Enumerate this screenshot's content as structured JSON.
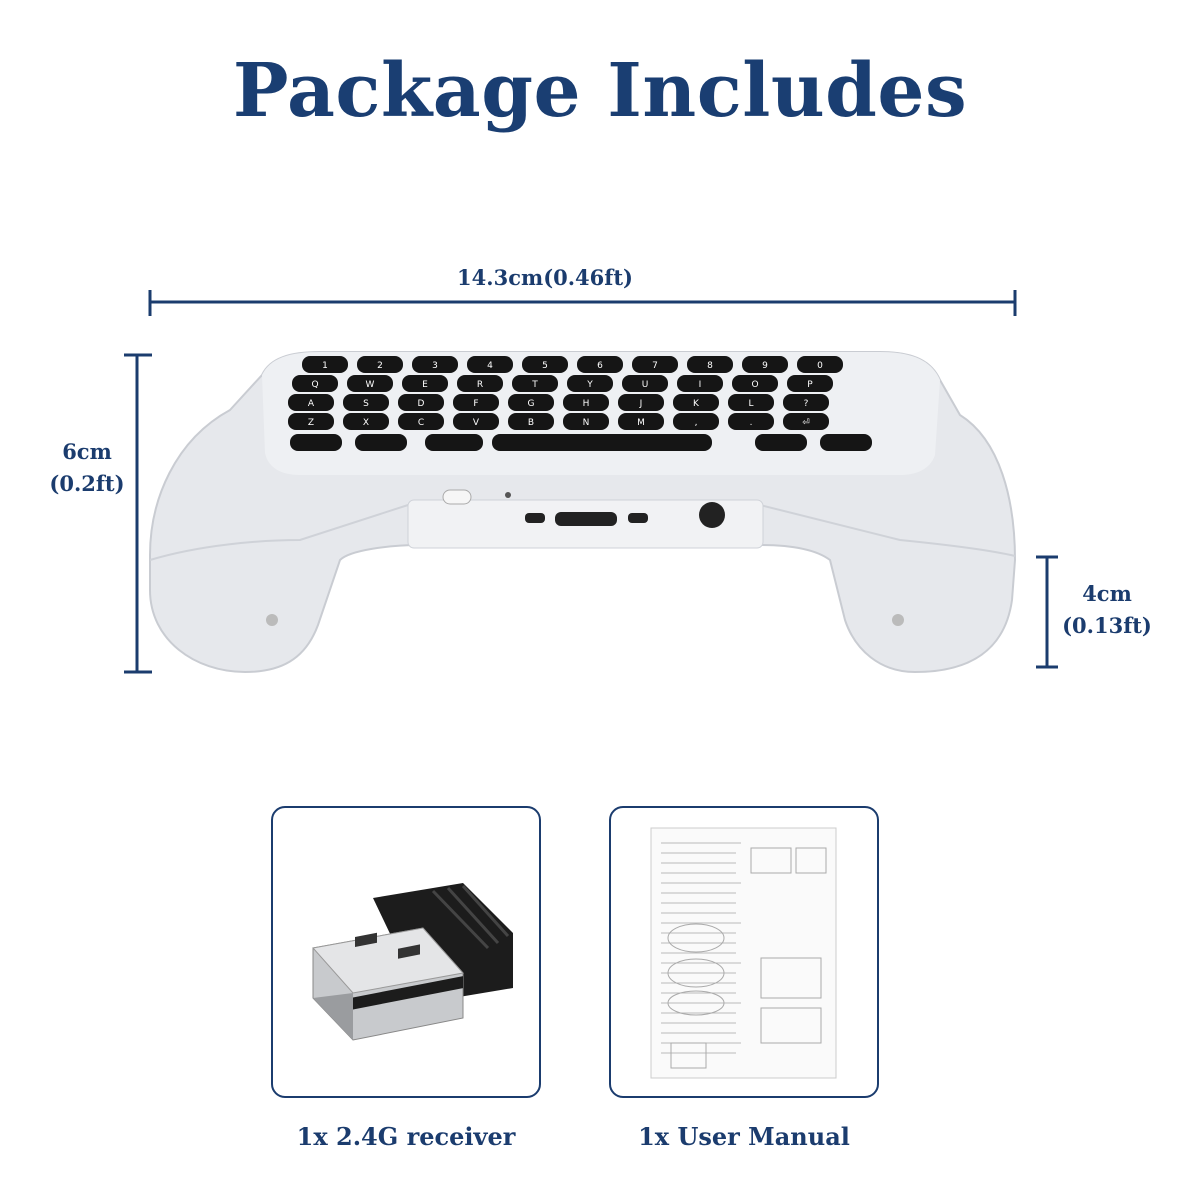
{
  "title": "Package Includes",
  "dimensions": {
    "width": "14.3cm(0.46ft)",
    "height_cm": "6cm",
    "height_ft": "(0.2ft)",
    "grip_cm": "4cm",
    "grip_ft": "(0.13ft)"
  },
  "keyboard_rows": [
    [
      "1",
      "2",
      "3",
      "4",
      "5",
      "6",
      "7",
      "8",
      "9",
      "0"
    ],
    [
      "Q",
      "W",
      "E",
      "R",
      "T",
      "Y",
      "U",
      "I",
      "O",
      "P"
    ],
    [
      "A",
      "S",
      "D",
      "F",
      "G",
      "H",
      "J",
      "K",
      "L",
      "?"
    ],
    [
      "Z",
      "X",
      "C",
      "V",
      "B",
      "N",
      "M",
      ",",
      ".",
      "⏎"
    ]
  ],
  "items": [
    {
      "caption": "1x 2.4G receiver"
    },
    {
      "caption": "1x User Manual"
    }
  ],
  "colors": {
    "accent": "#1b3c6e",
    "device": "#e4e6ea",
    "keys": "#151515"
  }
}
